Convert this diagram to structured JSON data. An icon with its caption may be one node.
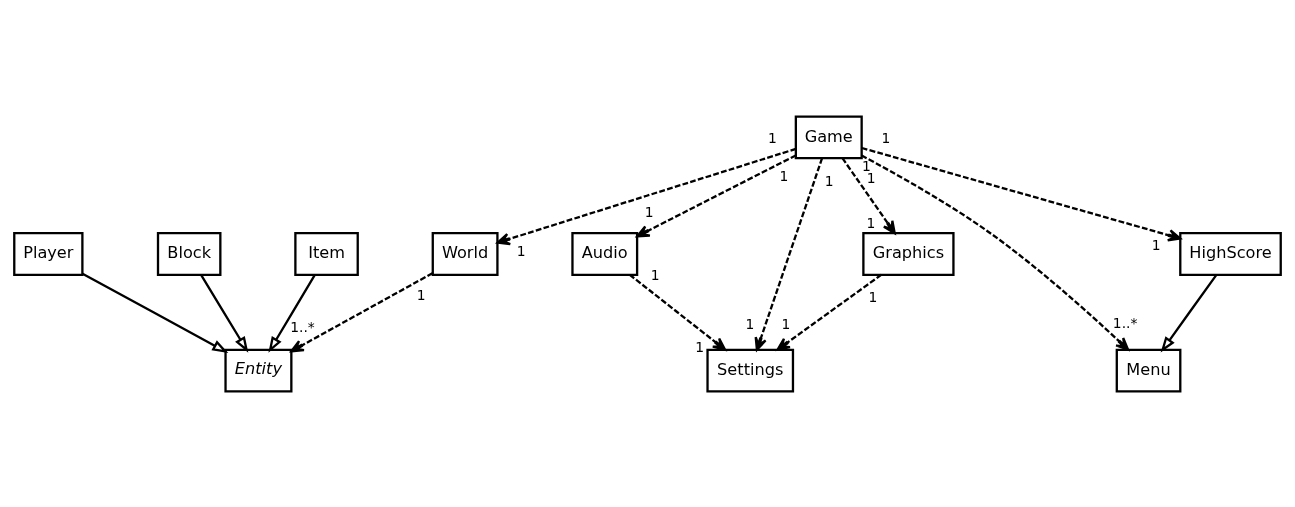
{
  "diagram": {
    "nodes": [
      {
        "text": [
          "Player"
        ]
      },
      {
        "text": [
          "Entity"
        ]
      },
      {
        "text": [
          "Block"
        ]
      },
      {
        "text": [
          "Item"
        ]
      },
      {
        "text": [
          "Audio"
        ]
      },
      {
        "text": [
          "Settings"
        ]
      },
      {
        "text": [
          "Graphics"
        ]
      },
      {
        "text": [
          "Game"
        ]
      },
      {
        "text": [
          "World"
        ]
      },
      {
        "text": [
          "Menu"
        ]
      },
      {
        "text": [
          "HighScore"
        ]
      }
    ],
    "edges": [
      {
        "from": 0,
        "to": 1,
        "arrow": "to"
      },
      {
        "from": 2,
        "to": 1,
        "arrow": "to"
      },
      {
        "from": 3,
        "to": 1,
        "arrow": "to"
      },
      {
        "from": 4,
        "to": 5,
        "arrow": "to",
        "style": "dashed"
      },
      {
        "from": 6,
        "to": 5,
        "arrow": "to",
        "style": "dashed"
      },
      {
        "from": 7,
        "to": 4,
        "arrow": "to",
        "style": "dashed"
      },
      {
        "from": 7,
        "to": 5,
        "arrow": "to",
        "style": "dashed"
      },
      {
        "from": 7,
        "to": 6,
        "arrow": "to",
        "style": "dashed"
      },
      {
        "from": 7,
        "to": 8,
        "arrow": "to",
        "style": "dashed"
      },
      {
        "from": 8,
        "to": 1,
        "arrow": "to",
        "style": "dashed"
      },
      {
        "from": 7,
        "to": 9,
        "arrow": "to",
        "style": "dashed"
      },
      {
        "from": 7,
        "to": 10,
        "arrow": "to",
        "style": "dashed"
      },
      {
        "from": 10,
        "to": 9,
        "arrow": "to"
      }
    ],
    "labels": [
      "1",
      "1",
      "1",
      "1",
      "1",
      "1",
      "1",
      "1..*",
      "1",
      "1",
      "1",
      "1",
      "1",
      "1",
      "1",
      "1",
      "1",
      "1..*"
    ]
  }
}
